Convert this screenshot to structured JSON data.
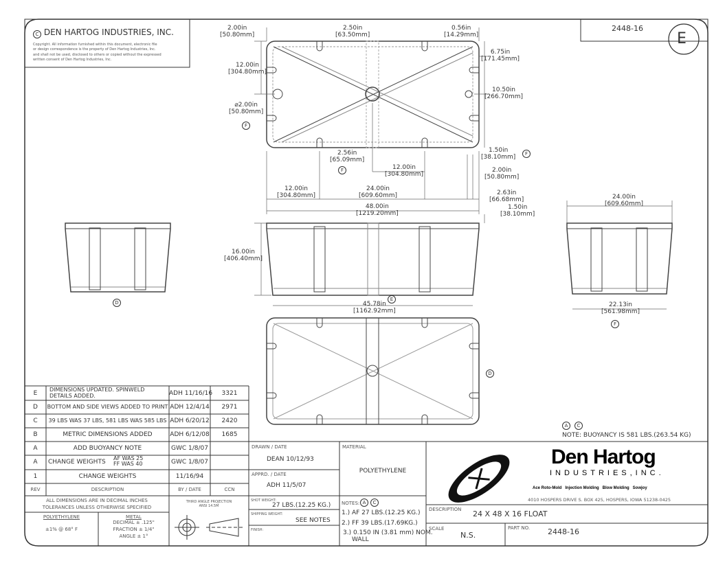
{
  "header": {
    "company": "DEN HARTOG INDUSTRIES, INC.",
    "copyright_symbol": "C",
    "copyright_text": [
      "Copyright. All information furnished within this document, electronic file",
      "or design correspondence is the property of Den Hartog Industries, Inc.",
      "and shall not be used, disclosed to others or copied without the expressed",
      "written consent of Den Hartog Industries, Inc."
    ],
    "part_number": "2448-16",
    "revision": "E"
  },
  "dimensions": {
    "top_left_2in": [
      "2.00in",
      "[50.80mm]"
    ],
    "top_2_50": [
      "2.50in",
      "[63.50mm]"
    ],
    "top_0_56": [
      "0.56in",
      "[14.29mm]"
    ],
    "right_6_75": [
      "6.75in",
      "[171.45mm]"
    ],
    "left_12": [
      "12.00in",
      "[304.80mm]"
    ],
    "right_10_50": [
      "10.50in",
      "[266.70mm]"
    ],
    "dia_2": [
      "⌀2.00in",
      "[50.80mm]"
    ],
    "slot_2_56": [
      "2.56in",
      "[65.09mm]"
    ],
    "center_12": [
      "12.00in",
      "[304.80mm]"
    ],
    "r_1_50": [
      "1.50in",
      "[38.10mm]"
    ],
    "r_2_00": [
      "2.00in",
      "[50.80mm]"
    ],
    "bot_12": [
      "12.00in",
      "[304.80mm]"
    ],
    "bot_24": [
      "24.00in",
      "[609.60mm]"
    ],
    "r_2_63": [
      "2.63in",
      "[66.68mm]"
    ],
    "overall_48": [
      "48.00in",
      "[1219.20mm]"
    ],
    "r2_1_50": [
      "1.50in",
      "[38.10mm]"
    ],
    "end_24": [
      "24.00in",
      "[609.60mm]"
    ],
    "height_16": [
      "16.00in",
      "[406.40mm]"
    ],
    "side_45_78": [
      "45.78in",
      "[1162.92mm]"
    ],
    "end_22_13": [
      "22.13in",
      "[561.98mm]"
    ]
  },
  "callouts": {
    "F": "F",
    "E": "E",
    "D": "D",
    "A": "A",
    "C": "C"
  },
  "buoyancy_note": "NOTE: BUOYANCY IS 581 LBS.(263.54 KG)",
  "revisions": [
    {
      "rev": "E",
      "desc": "DIMENSIONS UPDATED. SPINWELD DETAILS ADDED.",
      "by": "ADH 11/16/16",
      "ccn": "3321"
    },
    {
      "rev": "D",
      "desc": "BOTTOM AND SIDE VIEWS ADDED TO PRINT",
      "by": "ADH 12/4/14",
      "ccn": "2971"
    },
    {
      "rev": "C",
      "desc": "39 LBS WAS 37 LBS, 581 LBS WAS 585 LBS",
      "by": "ADH 6/20/12",
      "ccn": "2420"
    },
    {
      "rev": "B",
      "desc": "METRIC DIMENSIONS ADDED",
      "by": "ADH 6/12/08",
      "ccn": "1685"
    },
    {
      "rev": "A",
      "desc": "ADD BUOYANCY NOTE",
      "by": "GWC 1/8/07",
      "ccn": ""
    },
    {
      "rev": "A",
      "desc": "CHANGE WEIGHTS",
      "desc2": "AF WAS 25",
      "desc3": "FF WAS 40",
      "by": "GWC 1/8/07",
      "ccn": ""
    },
    {
      "rev": "1",
      "desc": "CHANGE WEIGHTS",
      "by": "11/16/94",
      "ccn": ""
    }
  ],
  "rev_headers": {
    "rev": "REV",
    "desc": "DESCRIPTION",
    "by": "BY / DATE",
    "ccn": "CCN"
  },
  "tolerances": {
    "line1": "ALL DIMENSIONS ARE IN DECIMAL INCHES",
    "line2": "TOLERANCES UNLESS OTHERWISE SPECIFIED",
    "poly_label": "POLYETHYLENE",
    "poly_value": "±1% @ 68° F",
    "metal_label": "METAL",
    "decimal": "DECIMAL ± .125\"",
    "fraction": "FRACTION ± 1/4\"",
    "angle": "ANGLE ± 1°",
    "projection1": "THIRD ANGLE PROJECTION",
    "projection2": "ANSI 14.5M"
  },
  "title_block": {
    "drawn_label": "DRAWN / DATE",
    "drawn_value": "DEAN 10/12/93",
    "apprd_label": "APPRD. / DATE",
    "apprd_value": "ADH 11/5/07",
    "material_label": "MATERIAL",
    "material_value": "POLYETHYLENE",
    "shot_label": "SHOT WEIGHT:",
    "shot_value": "27 LBS.(12.25 KG.)",
    "shipping_label": "SHIPPING WEIGHT:",
    "shipping_value": "SEE NOTES",
    "finish_label": "FINISH:",
    "notes_label": "NOTES:",
    "notes": [
      "1.) AF 27 LBS.(12.25 KG.)",
      "2.) FF 39 LBS.(17.69KG.)",
      "3.) 0.150 IN (3.81 mm) NOM.",
      "WALL"
    ],
    "brand": "Den Hartog",
    "brand_sub": "INDUSTRIES,INC.",
    "services": "Ace Roto-Mold   Injection Molding   Blow Molding   Sowjoy",
    "address": "4010 HOSPERS DRIVE S.  BOX 425, HOSPERS, IOWA 51238-0425",
    "description_label": "DESCRIPTION",
    "description_value": "24 X 48 X 16 FLOAT",
    "scale_label": "SCALE",
    "scale_value": "N.S.",
    "partno_label": "PART NO.",
    "partno_value": "2448-16"
  }
}
